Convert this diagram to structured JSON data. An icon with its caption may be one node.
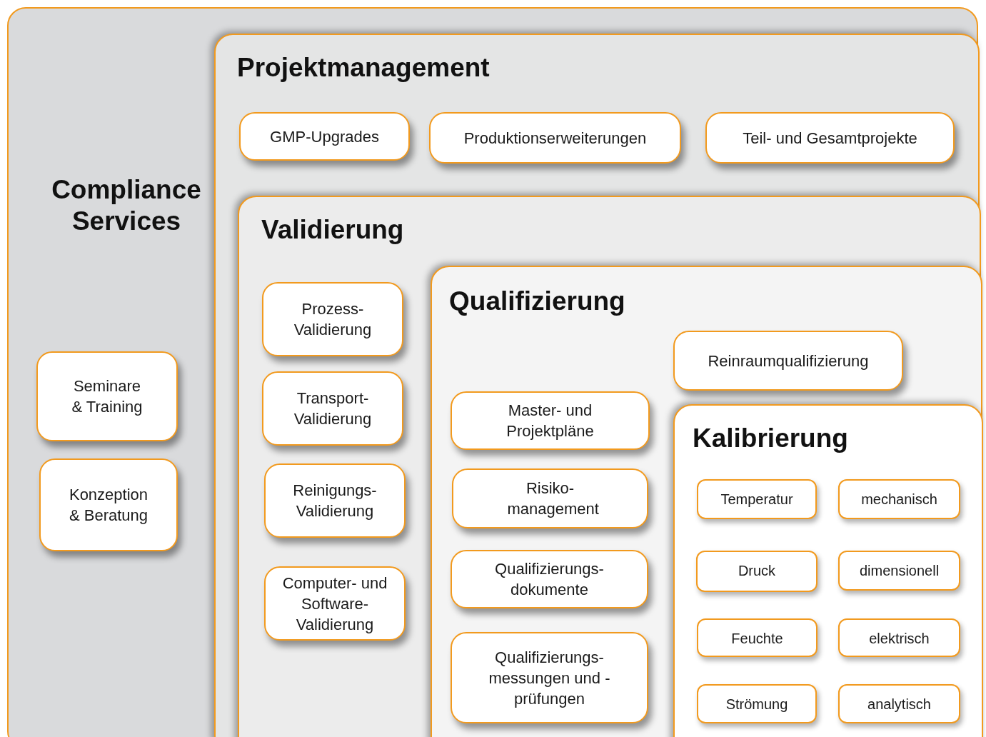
{
  "diagram": {
    "nodes": [
      {
        "text": [
          "Compliance Services"
        ]
      },
      {
        "text": [
          "Seminare & Training"
        ],
        "in": 0
      },
      {
        "text": [
          "Konzeption & Beratung"
        ],
        "in": 0
      },
      {
        "text": [
          "Projektmanagement"
        ],
        "in": 0
      },
      {
        "text": [
          "GMP-Upgrades"
        ],
        "in": 3
      },
      {
        "text": [
          "Produktionserweiterungen"
        ],
        "in": 3
      },
      {
        "text": [
          "Teil- und Gesamtprojekte"
        ],
        "in": 3
      },
      {
        "text": [
          "Validierung"
        ],
        "in": 3
      },
      {
        "text": [
          "Prozess- Validierung"
        ],
        "in": 7
      },
      {
        "text": [
          "Transport- Validierung"
        ],
        "in": 7
      },
      {
        "text": [
          "Reinigungs- Validierung"
        ],
        "in": 7
      },
      {
        "text": [
          "Computer- und Software- Validierung"
        ],
        "in": 7
      },
      {
        "text": [
          "Qualifizierung"
        ],
        "in": 7
      },
      {
        "text": [
          "Reinraumqualifizierung"
        ],
        "in": 12
      },
      {
        "text": [
          "Master- und Projektpläne"
        ],
        "in": 12
      },
      {
        "text": [
          "Risiko- management"
        ],
        "in": 12
      },
      {
        "text": [
          "Qualifizierungs- dokumente"
        ],
        "in": 12
      },
      {
        "text": [
          "Qualifizierungs- messungen und -prüfungen"
        ],
        "in": 12
      },
      {
        "text": [
          "Kalibrierung"
        ],
        "in": 12
      },
      {
        "text": [
          "Temperatur"
        ],
        "in": 18
      },
      {
        "text": [
          "mechanisch"
        ],
        "in": 18
      },
      {
        "text": [
          "Druck"
        ],
        "in": 18
      },
      {
        "text": [
          "dimensionell"
        ],
        "in": 18
      },
      {
        "text": [
          "Feuchte"
        ],
        "in": 18
      },
      {
        "text": [
          "elektrisch"
        ],
        "in": 18
      },
      {
        "text": [
          "Strömung"
        ],
        "in": 18
      },
      {
        "text": [
          "analytisch"
        ],
        "in": 18
      }
    ]
  }
}
